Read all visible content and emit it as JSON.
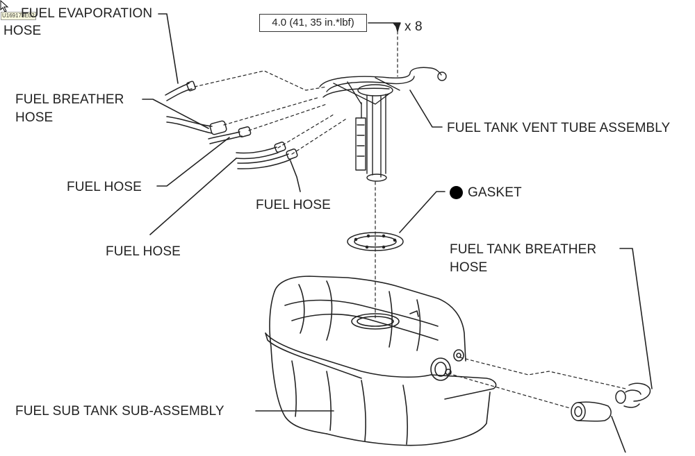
{
  "figure_id": "U169178E02",
  "torque_spec": "4.0 (41, 35 in.*lbf)",
  "bolt_count": "x 8",
  "labels": {
    "fuel_evaporation_hose_1": "FUEL EVAPORATION",
    "fuel_evaporation_hose_2": "HOSE",
    "fuel_breather_hose_1": "FUEL BREATHER",
    "fuel_breather_hose_2": "HOSE",
    "fuel_hose_a": "FUEL HOSE",
    "fuel_hose_b": "FUEL HOSE",
    "fuel_hose_c": "FUEL HOSE",
    "vent_tube_assembly": "FUEL TANK VENT TUBE ASSEMBLY",
    "gasket": "GASKET",
    "tank_breather_hose_1": "FUEL TANK BREATHER",
    "tank_breather_hose_2": "HOSE",
    "sub_tank": "FUEL SUB TANK SUB-ASSEMBLY"
  }
}
